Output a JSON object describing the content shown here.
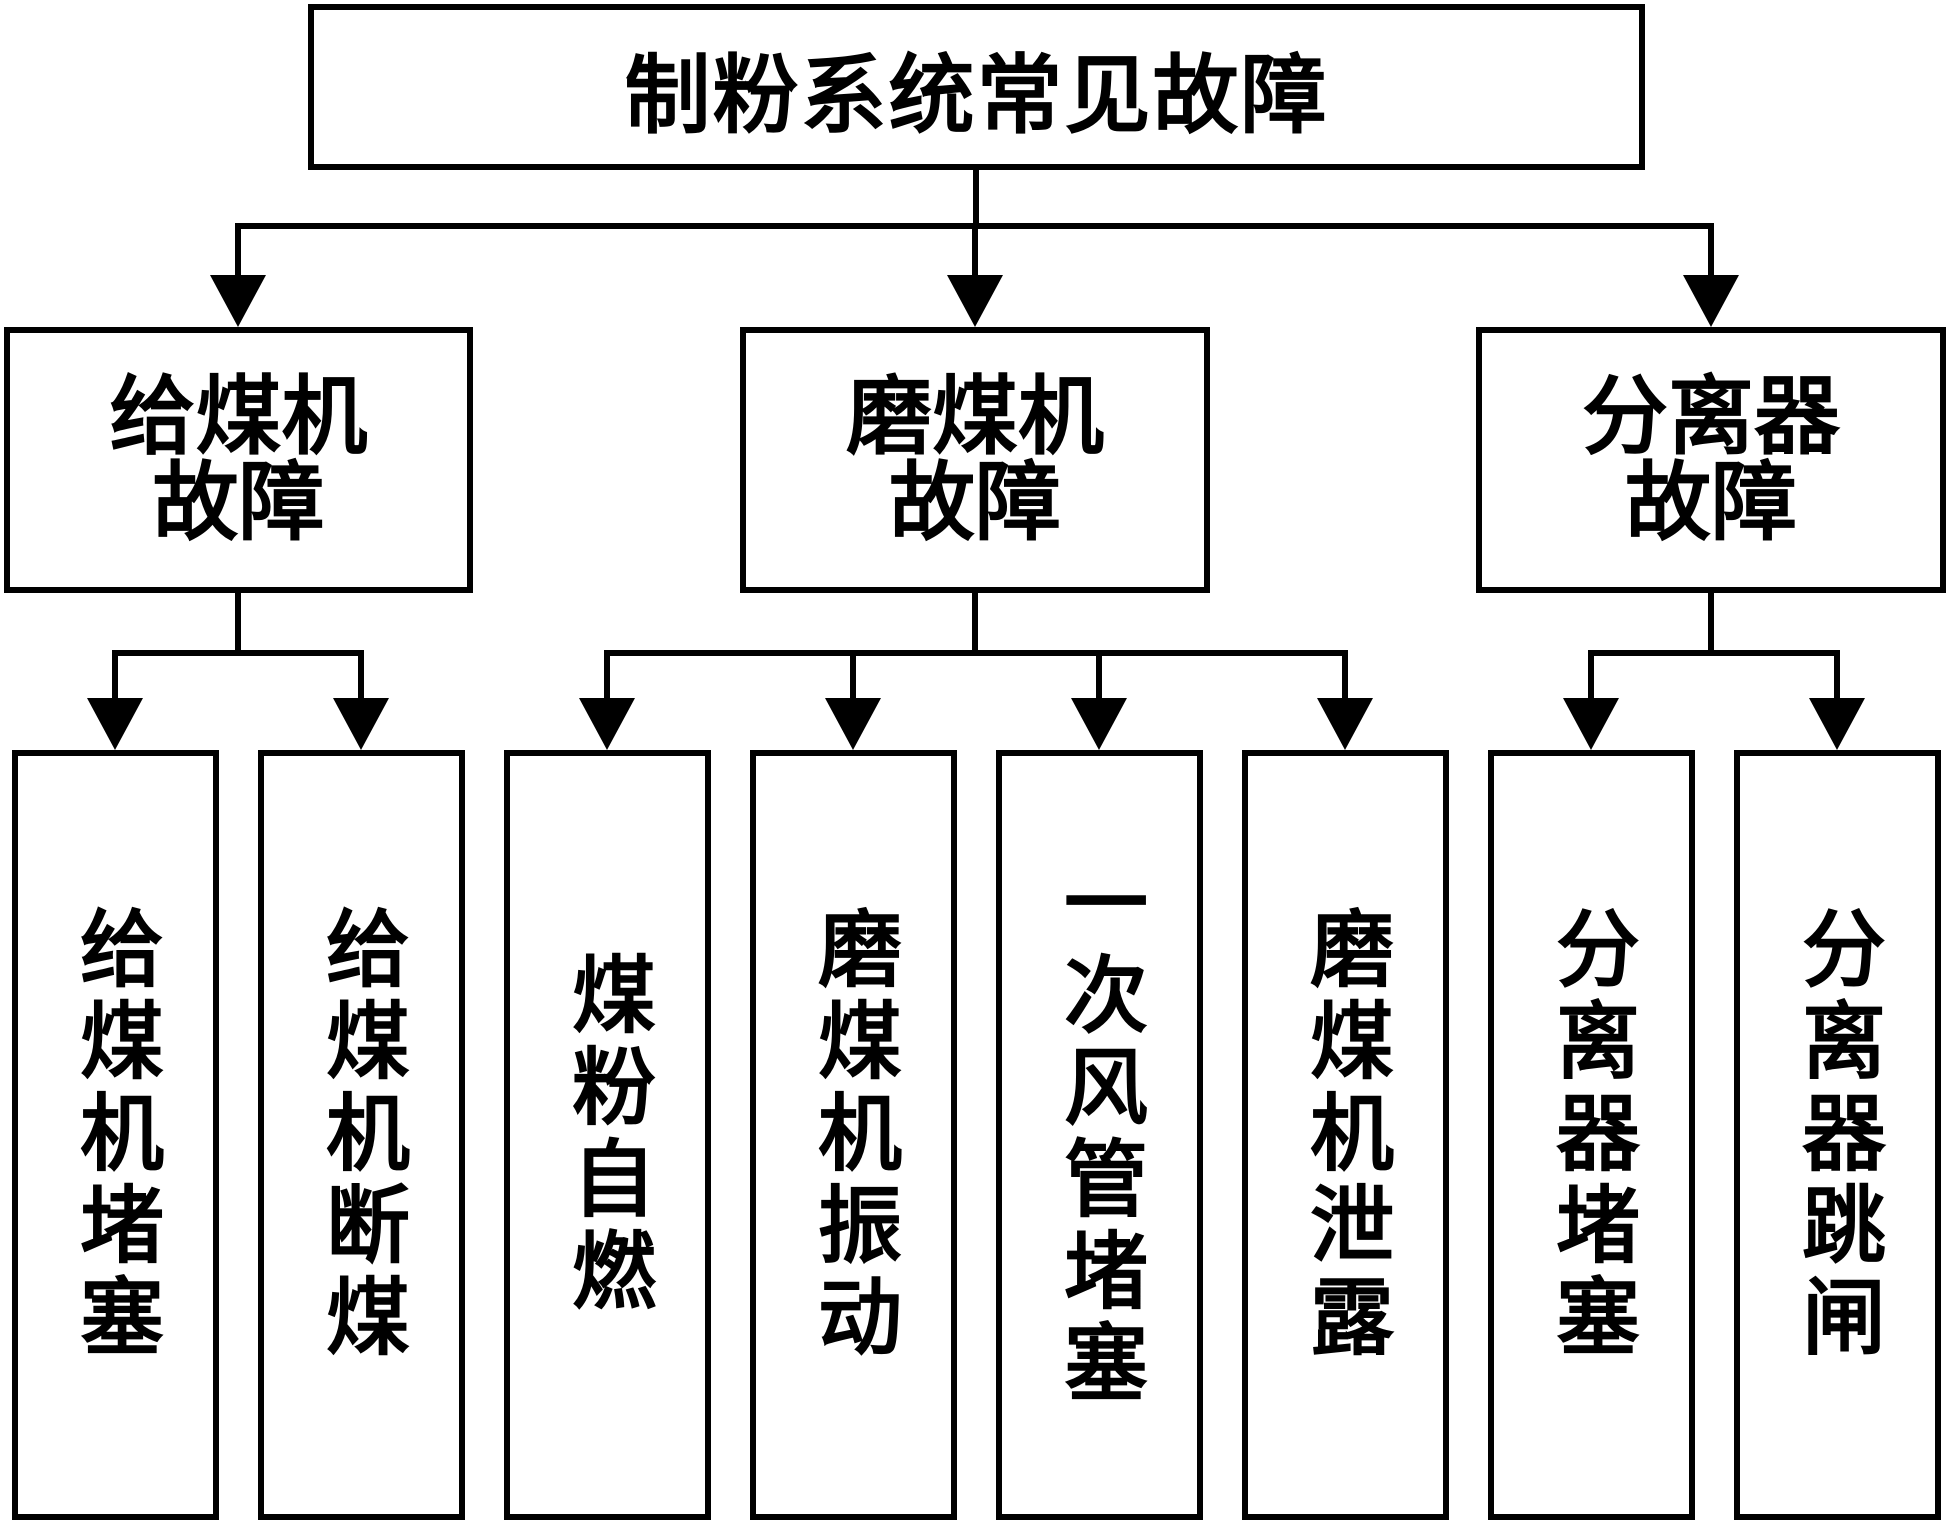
{
  "root": {
    "label": "制粉系统常见故障"
  },
  "categories": [
    {
      "line1": "给煤机",
      "line2": "故障",
      "leaves": [
        "给煤机堵塞",
        "给煤机断煤"
      ]
    },
    {
      "line1": "磨煤机",
      "line2": "故障",
      "leaves": [
        "煤粉自燃",
        "磨煤机振动",
        "一次风管堵塞",
        "磨煤机泄露"
      ]
    },
    {
      "line1": "分离器",
      "line2": "故障",
      "leaves": [
        "分离器堵塞",
        "分离器跳闸"
      ]
    }
  ],
  "colors": {
    "line": "#000000",
    "box_fill": "#ffffff",
    "text": "#000000"
  }
}
